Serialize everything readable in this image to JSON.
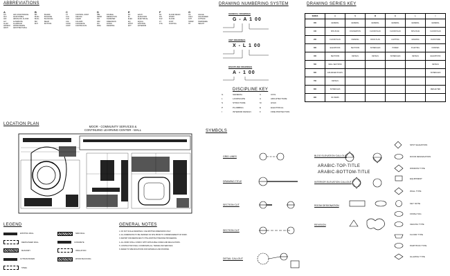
{
  "titles": {
    "abbreviations": "ABBREVIATIONS",
    "drawing_numbering": "DRAWING NUMBERING SYSTEM",
    "drawing_series": "DRAWING SERIES KEY",
    "discipline_key": "DISCIPLINE KEY",
    "location_plan": "LOCATION PLAN",
    "symbols": "SYMBOLS",
    "legend": "LEGEND",
    "general_notes": "GENERAL NOTES"
  },
  "abbreviation_columns": [
    {
      "letter": "A",
      "rows": [
        [
          "A/C",
          "AIR CONDITIONING"
        ],
        [
          "ADJ",
          "ADJUSTABLE"
        ],
        [
          "AFF",
          "ABOVE FIN. FLOOR"
        ],
        [
          "ALT",
          "ALTERNATE"
        ],
        [
          "ALUM",
          "ALUMINUM"
        ],
        [
          "APPROX",
          "APPROXIMATE"
        ],
        [
          "ARCH",
          "ARCHITECTURAL"
        ]
      ]
    },
    {
      "letter": "B",
      "rows": [
        [
          "BD",
          "BOARD"
        ],
        [
          "BLDG",
          "BUILDING"
        ],
        [
          "BLKG",
          "BLOCKING"
        ],
        [
          "BM",
          "BEAM"
        ],
        [
          "BOT",
          "BOTTOM"
        ]
      ]
    },
    {
      "letter": "C",
      "rows": [
        [
          "CJ",
          "CONTROL JOINT"
        ],
        [
          "CLG",
          "CEILING"
        ],
        [
          "CLR",
          "CLEAR"
        ],
        [
          "COL",
          "COLUMN"
        ],
        [
          "CONC",
          "CONCRETE"
        ],
        [
          "CONT",
          "CONTINUOUS"
        ]
      ]
    },
    {
      "letter": "D",
      "rows": [
        [
          "DBL",
          "DOUBLE"
        ],
        [
          "DEMO",
          "DEMOLITION"
        ],
        [
          "DIA",
          "DIAMETER"
        ],
        [
          "DIM",
          "DIMENSION"
        ],
        [
          "DN",
          "DOWN"
        ],
        [
          "DWG",
          "DRAWING"
        ]
      ]
    },
    {
      "letter": "E",
      "rows": [
        [
          "EA",
          "EACH"
        ],
        [
          "EL",
          "ELEVATION"
        ],
        [
          "ELEC",
          "ELECTRICAL"
        ],
        [
          "EQ",
          "EQUAL"
        ],
        [
          "EXIST",
          "EXISTING"
        ],
        [
          "EXT",
          "EXTERIOR"
        ]
      ]
    },
    {
      "letter": "F",
      "rows": [
        [
          "FD",
          "FLOOR DRAIN"
        ],
        [
          "FIN",
          "FINISH"
        ],
        [
          "FLR",
          "FLOOR"
        ],
        [
          "FT",
          "FOOT"
        ],
        [
          "FTG",
          "FOOTING"
        ]
      ]
    },
    {
      "letter": "G",
      "rows": [
        [
          "GA",
          "GAUGE"
        ],
        [
          "GALV",
          "GALVANIZED"
        ],
        [
          "GYP",
          "GYPSUM"
        ],
        [
          "HDWR",
          "HARDWARE"
        ],
        [
          "HT",
          "HEIGHT"
        ]
      ]
    }
  ],
  "drawing_numbering": {
    "general_label": "GENERAL DRAWINGS",
    "general_code": "G - A 1 00",
    "unit_label": "UNIT DRAWINGS",
    "unit_code": "X - L 1 00",
    "discipline_label": "DISCIPLINE DRAWINGS",
    "discipline_code": "A - 1 00"
  },
  "discipline_key": [
    [
      "G",
      "GENERAL"
    ],
    [
      "C",
      "CIVIL"
    ],
    [
      "L",
      "LANDSCAPE"
    ],
    [
      "A",
      "ARCHITECTURE"
    ],
    [
      "S",
      "STRUCTURE"
    ],
    [
      "M",
      "HVAC"
    ],
    [
      "P",
      "PLUMBING"
    ],
    [
      "E",
      "ELECTRICAL"
    ],
    [
      "I",
      "INTERIOR DESIGN"
    ],
    [
      "F",
      "FIRE PROTECTION"
    ]
  ],
  "series_key": {
    "headers": [
      "SERIES",
      "A",
      "S",
      "M",
      "E",
      "L",
      "I"
    ],
    "rows": [
      [
        "000",
        "GENERAL",
        "GENERAL",
        "GENERAL",
        "GENERAL",
        "GENERAL",
        "GENERAL"
      ],
      [
        "100",
        "SITE PLAN",
        "FOUNDATION",
        "FLOOR PLAN",
        "FLOOR PLAN",
        "SITE PLAN",
        "FLOOR PLAN"
      ],
      [
        "200",
        "FLOOR PLAN",
        "FRAMING",
        "ROOF PLAN",
        "LIGHTING",
        "GRADING",
        "FURNITURE"
      ],
      [
        "300",
        "ELEVATIONS",
        "SECTIONS",
        "SCHEDULES",
        "POWER",
        "PLANTING",
        "FINISHES"
      ],
      [
        "400",
        "SECTIONS",
        "DETAILS",
        "DETAILS",
        "SCHEDULES",
        "DETAILS",
        "ELEVATIONS"
      ],
      [
        "500",
        "WALL SECTIONS",
        "",
        "",
        "",
        "",
        "DETAILS"
      ],
      [
        "600",
        "ENLARGED PLANS",
        "",
        "",
        "",
        "",
        "SCHEDULES"
      ],
      [
        "700",
        "DETAILS",
        "",
        "",
        "",
        "",
        ""
      ],
      [
        "800",
        "SCHEDULES",
        "",
        "",
        "",
        "",
        "REFLECTED"
      ],
      [
        "900",
        "3D VIEWS",
        "",
        "",
        "",
        "",
        ""
      ]
    ]
  },
  "location_plan": {
    "caption_line1": "MOOR - COMMUNITY SERVICES &",
    "caption_line2": "CONTINUING LEARNING CENTER - MALL"
  },
  "symbols": {
    "left": [
      "GRID LINES",
      "DRAWING TITLE",
      "SECTION CUT",
      "SECTION CUT",
      "DETAIL CALLOUT"
    ],
    "middle": [
      "BLDG ELEVATION CALLOUT",
      "INTERIOR ELEVATION CALLOUT",
      "ROOM DESIGNATION",
      "REVISION"
    ],
    "title_top": "ARABIC-TOP-TITLE",
    "title_bottom": "ARABIC-BOTTOM-TITLE",
    "right": [
      "SPOT ELEVATION",
      "DOOR DESIGNATION",
      "WINDOW TYPE",
      "EQUIPMENT",
      "WALL TYPE",
      "KEY NOTE",
      "FINISH TAG",
      "CEILING TYPE",
      "FLOOR TYPE",
      "PARTITION TYPE",
      "GLAZING TYPE"
    ]
  },
  "legend": [
    "EXISTING WALL",
    "NEW WALL",
    "DEMOLISHED WALL",
    "CONCRETE",
    "MASONRY",
    "INSULATION",
    "GYPSUM BOARD",
    "WOOD BLOCKING",
    "STEEL"
  ],
  "general_notes": [
    "1. DO NOT SCALE DRAWINGS. USE WRITTEN DIMENSIONS ONLY.",
    "2. ALL DIMENSIONS TO BE VERIFIED ON SITE PRIOR TO COMMENCEMENT OF WORK.",
    "3. REPORT DISCREPANCIES TO THE ARCHITECT BEFORE PROCEEDING.",
    "4. ALL WORK SHALL COMPLY WITH APPLICABLE CODES AND REGULATIONS.",
    "5. CONTRACTOR SHALL COORDINATE ALL TRADES AND SERVICES.",
    "6. REFER TO SPECIFICATIONS FOR MATERIALS AND FINISHES."
  ]
}
